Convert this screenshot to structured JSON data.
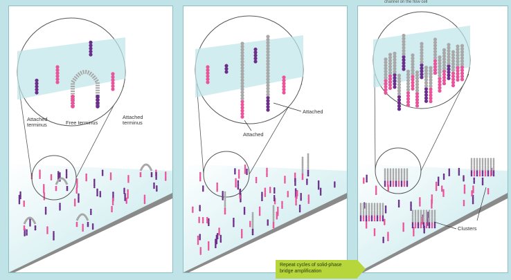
{
  "panel1": {
    "attached_terminus_left": "Attached terminus",
    "free_terminus": "Free terminus",
    "attached_terminus_right": "Attached terminus"
  },
  "panel2": {
    "attached_right": "Attached",
    "attached_bottom": "Attached"
  },
  "panel3": {
    "clusters": "Clusters",
    "top_note": "channel on the flow cell"
  },
  "banner": {
    "text": "Repeat cycles of solid-phase bridge amplification"
  },
  "colors": {
    "background": "#bfe3e6",
    "pink": "#e8559a",
    "purple": "#6b2e8a",
    "gray": "#a8a8a8",
    "surface": "#bfe6ea",
    "banner": "#b7d63b"
  }
}
